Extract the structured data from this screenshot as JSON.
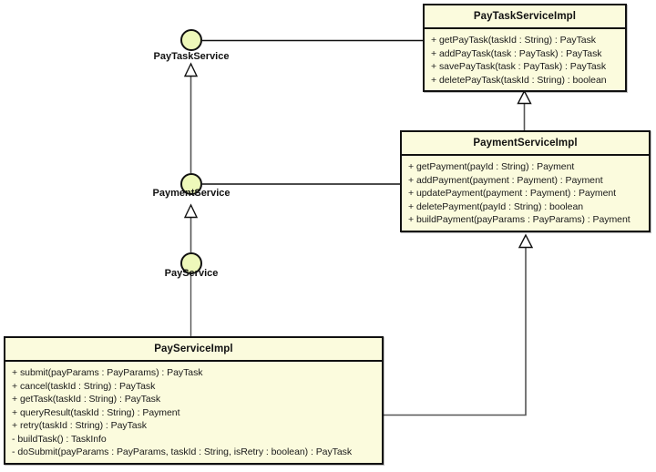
{
  "diagram": {
    "type": "uml-class-diagram",
    "title": "Pay Service UML Class Diagram",
    "background": "#ffffff",
    "class_fill": "#fbfbdd",
    "class_border": "#111111",
    "interface_fill": "#eef8ba"
  },
  "interfaces": [
    {
      "id": "pay-task-service",
      "name": "PayTaskService"
    },
    {
      "id": "payment-service",
      "name": "PaymentService"
    },
    {
      "id": "pay-service",
      "name": "PayService"
    }
  ],
  "classes": [
    {
      "id": "pay-task-service-impl",
      "name": "PayTaskServiceImpl",
      "members": [
        "+ getPayTask(taskId : String) : PayTask",
        "+ addPayTask(task : PayTask) : PayTask",
        "+ savePayTask(task : PayTask) : PayTask",
        "+ deletePayTask(taskId : String) : boolean"
      ]
    },
    {
      "id": "payment-service-impl",
      "name": "PaymentServiceImpl",
      "members": [
        "+ getPayment(payId : String) : Payment",
        "+ addPayment(payment : Payment) : Payment",
        "+ updatePayment(payment : Payment) : Payment",
        "+ deletePayment(payId : String) : boolean",
        "+ buildPayment(payParams : PayParams) : Payment"
      ]
    },
    {
      "id": "pay-service-impl",
      "name": "PayServiceImpl",
      "members": [
        "+ submit(payParams : PayParams) : PayTask",
        "+ cancel(taskId : String) : PayTask",
        "+ getTask(taskId : String) : PayTask",
        "+ queryResult(taskId : String) : Payment",
        "+ retry(taskId : String) : PayTask",
        "- buildTask() : TaskInfo",
        "- doSubmit(payParams : PayParams, taskId : String, isRetry : boolean) : PayTask"
      ]
    }
  ],
  "relations": [
    {
      "id": "rel-realize-paytask",
      "kind": "realization",
      "from": "pay-task-service-impl",
      "to": "pay-task-service"
    },
    {
      "id": "rel-realize-payment",
      "kind": "realization",
      "from": "payment-service-impl",
      "to": "payment-service"
    },
    {
      "id": "rel-realize-pay",
      "kind": "realization",
      "from": "pay-service-impl",
      "to": "pay-service"
    },
    {
      "id": "rel-gen-payment-paytask",
      "kind": "generalization",
      "from": "payment-service",
      "to": "pay-task-service"
    },
    {
      "id": "rel-gen-pay-payment",
      "kind": "generalization",
      "from": "pay-service",
      "to": "payment-service"
    },
    {
      "id": "rel-gen-paymentimpl-paytaskimpl",
      "kind": "generalization",
      "from": "payment-service-impl",
      "to": "pay-task-service-impl"
    },
    {
      "id": "rel-gen-payimpl-paymentimpl",
      "kind": "generalization",
      "from": "pay-service-impl",
      "to": "payment-service-impl"
    }
  ]
}
